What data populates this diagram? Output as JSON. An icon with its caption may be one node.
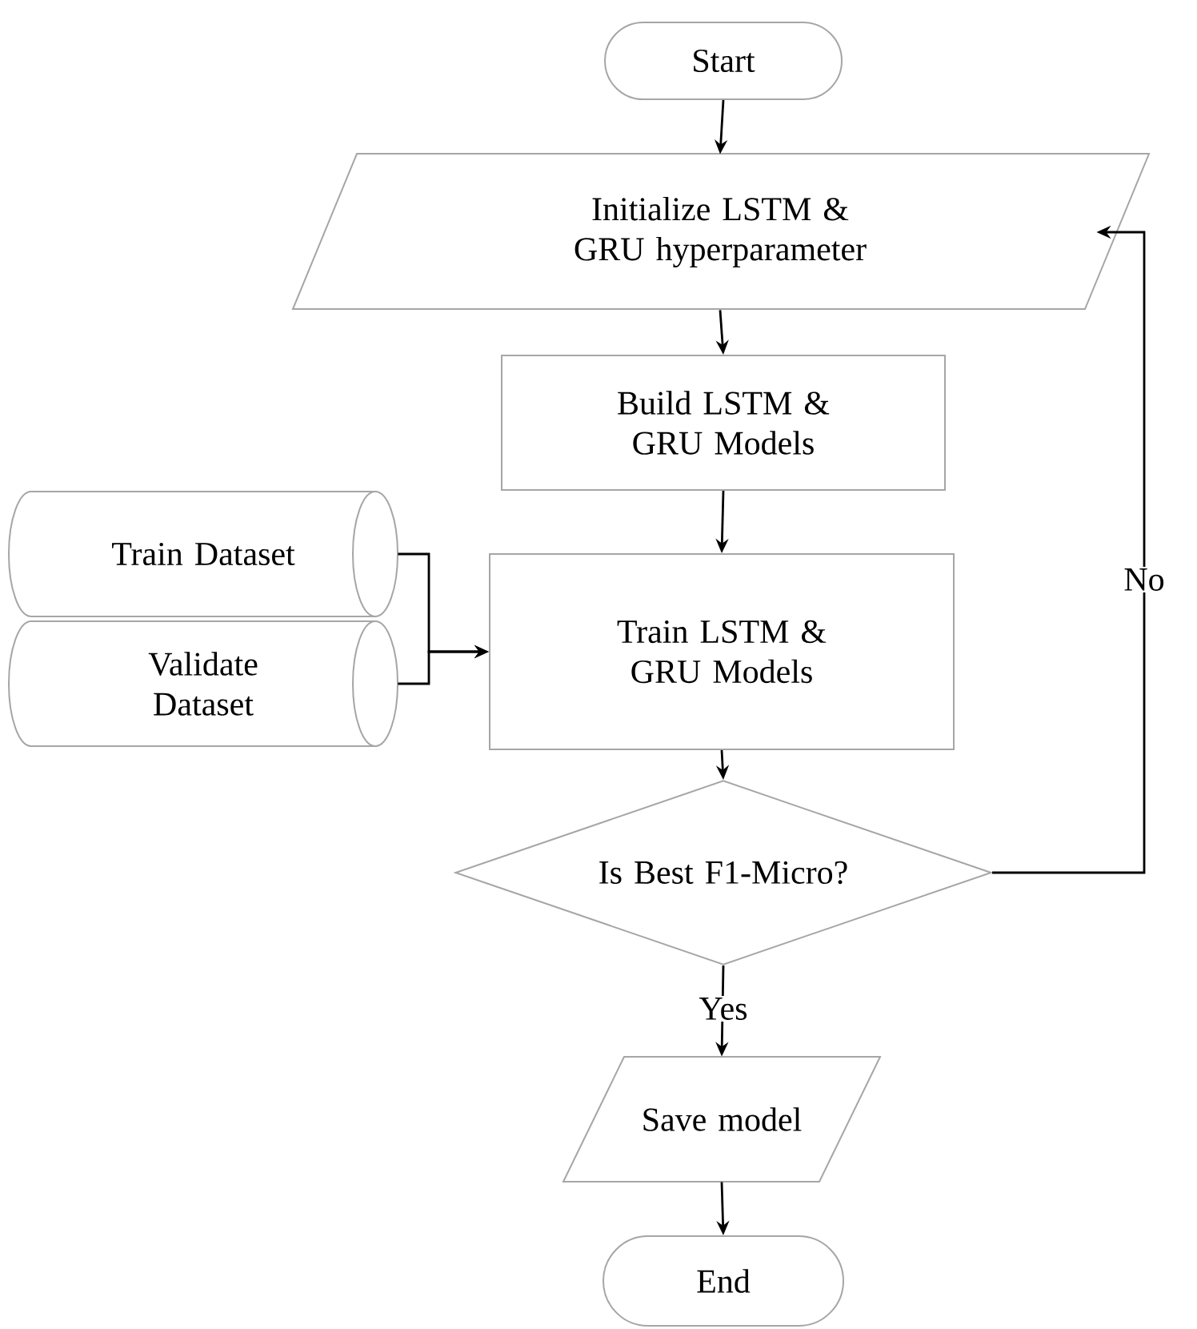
{
  "diagram": {
    "nodes": [
      {
        "text": [
          "Start"
        ]
      },
      {
        "text": [
          "Initialize LSTM & GRU hyperparameter"
        ]
      },
      {
        "text": [
          "Build LSTM & GRU Models"
        ]
      },
      {
        "text": [
          "Train Dataset"
        ]
      },
      {
        "text": [
          "Validate Dataset"
        ]
      },
      {
        "text": [
          "Train LSTM & GRU Models"
        ]
      },
      {
        "text": [
          "Is Best F1-Micro?"
        ]
      },
      {
        "text": [
          "Save model"
        ]
      },
      {
        "text": [
          "End"
        ]
      }
    ],
    "edges": [
      {
        "from": 0,
        "to": 1,
        "arrow": "to"
      },
      {
        "from": 1,
        "to": 2,
        "arrow": "to"
      },
      {
        "from": 2,
        "to": 5,
        "arrow": "to"
      },
      {
        "from": 3,
        "to": 5,
        "arrow": "to"
      },
      {
        "from": 4,
        "to": 5,
        "arrow": "to"
      },
      {
        "from": 5,
        "to": 6,
        "arrow": "to"
      },
      {
        "from": 6,
        "to": 7,
        "label": "Yes",
        "arrow": "to"
      },
      {
        "from": 7,
        "to": 8,
        "arrow": "to"
      },
      {
        "from": 6,
        "to": 1,
        "label": "No",
        "arrow": "to"
      }
    ]
  }
}
